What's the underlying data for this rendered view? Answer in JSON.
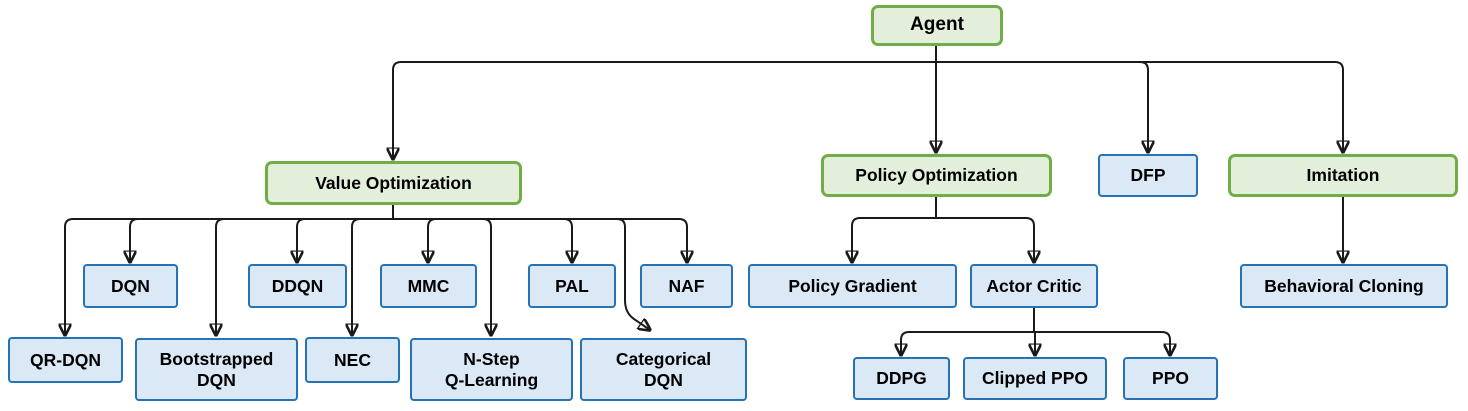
{
  "diagram": {
    "type": "hierarchy-flowchart",
    "nodes": {
      "agent": {
        "label": "Agent",
        "kind": "category"
      },
      "value_optimization": {
        "label": "Value Optimization",
        "kind": "category"
      },
      "policy_optimization": {
        "label": "Policy Optimization",
        "kind": "category"
      },
      "dfp": {
        "label": "DFP",
        "kind": "algorithm"
      },
      "imitation": {
        "label": "Imitation",
        "kind": "category"
      },
      "dqn": {
        "label": "DQN",
        "kind": "algorithm"
      },
      "ddqn": {
        "label": "DDQN",
        "kind": "algorithm"
      },
      "mmc": {
        "label": "MMC",
        "kind": "algorithm"
      },
      "pal": {
        "label": "PAL",
        "kind": "algorithm"
      },
      "naf": {
        "label": "NAF",
        "kind": "algorithm"
      },
      "qr_dqn": {
        "label": "QR-DQN",
        "kind": "algorithm"
      },
      "bootstrapped_dqn": {
        "label": "Bootstrapped\nDQN",
        "kind": "algorithm"
      },
      "nec": {
        "label": "NEC",
        "kind": "algorithm"
      },
      "n_step_q_learning": {
        "label": "N-Step\nQ-Learning",
        "kind": "algorithm"
      },
      "categorical_dqn": {
        "label": "Categorical\nDQN",
        "kind": "algorithm"
      },
      "policy_gradient": {
        "label": "Policy Gradient",
        "kind": "algorithm"
      },
      "actor_critic": {
        "label": "Actor Critic",
        "kind": "algorithm"
      },
      "behavioral_cloning": {
        "label": "Behavioral Cloning",
        "kind": "algorithm"
      },
      "ddpg": {
        "label": "DDPG",
        "kind": "algorithm"
      },
      "clipped_ppo": {
        "label": "Clipped PPO",
        "kind": "algorithm"
      },
      "ppo": {
        "label": "PPO",
        "kind": "algorithm"
      }
    },
    "edges": [
      [
        "agent",
        "value_optimization"
      ],
      [
        "agent",
        "policy_optimization"
      ],
      [
        "agent",
        "dfp"
      ],
      [
        "agent",
        "imitation"
      ],
      [
        "value_optimization",
        "qr_dqn"
      ],
      [
        "value_optimization",
        "dqn"
      ],
      [
        "value_optimization",
        "bootstrapped_dqn"
      ],
      [
        "value_optimization",
        "ddqn"
      ],
      [
        "value_optimization",
        "nec"
      ],
      [
        "value_optimization",
        "mmc"
      ],
      [
        "value_optimization",
        "n_step_q_learning"
      ],
      [
        "value_optimization",
        "pal"
      ],
      [
        "value_optimization",
        "categorical_dqn"
      ],
      [
        "value_optimization",
        "naf"
      ],
      [
        "policy_optimization",
        "policy_gradient"
      ],
      [
        "policy_optimization",
        "actor_critic"
      ],
      [
        "actor_critic",
        "ddpg"
      ],
      [
        "actor_critic",
        "clipped_ppo"
      ],
      [
        "actor_critic",
        "ppo"
      ],
      [
        "imitation",
        "behavioral_cloning"
      ]
    ]
  },
  "colors": {
    "category_fill": "#e4efdb",
    "category_border": "#70ad47",
    "algorithm_fill": "#dbe8f6",
    "algorithm_border": "#2572b5",
    "connector": "#1a1a1a",
    "text": "#000000",
    "background": "#ffffff"
  }
}
